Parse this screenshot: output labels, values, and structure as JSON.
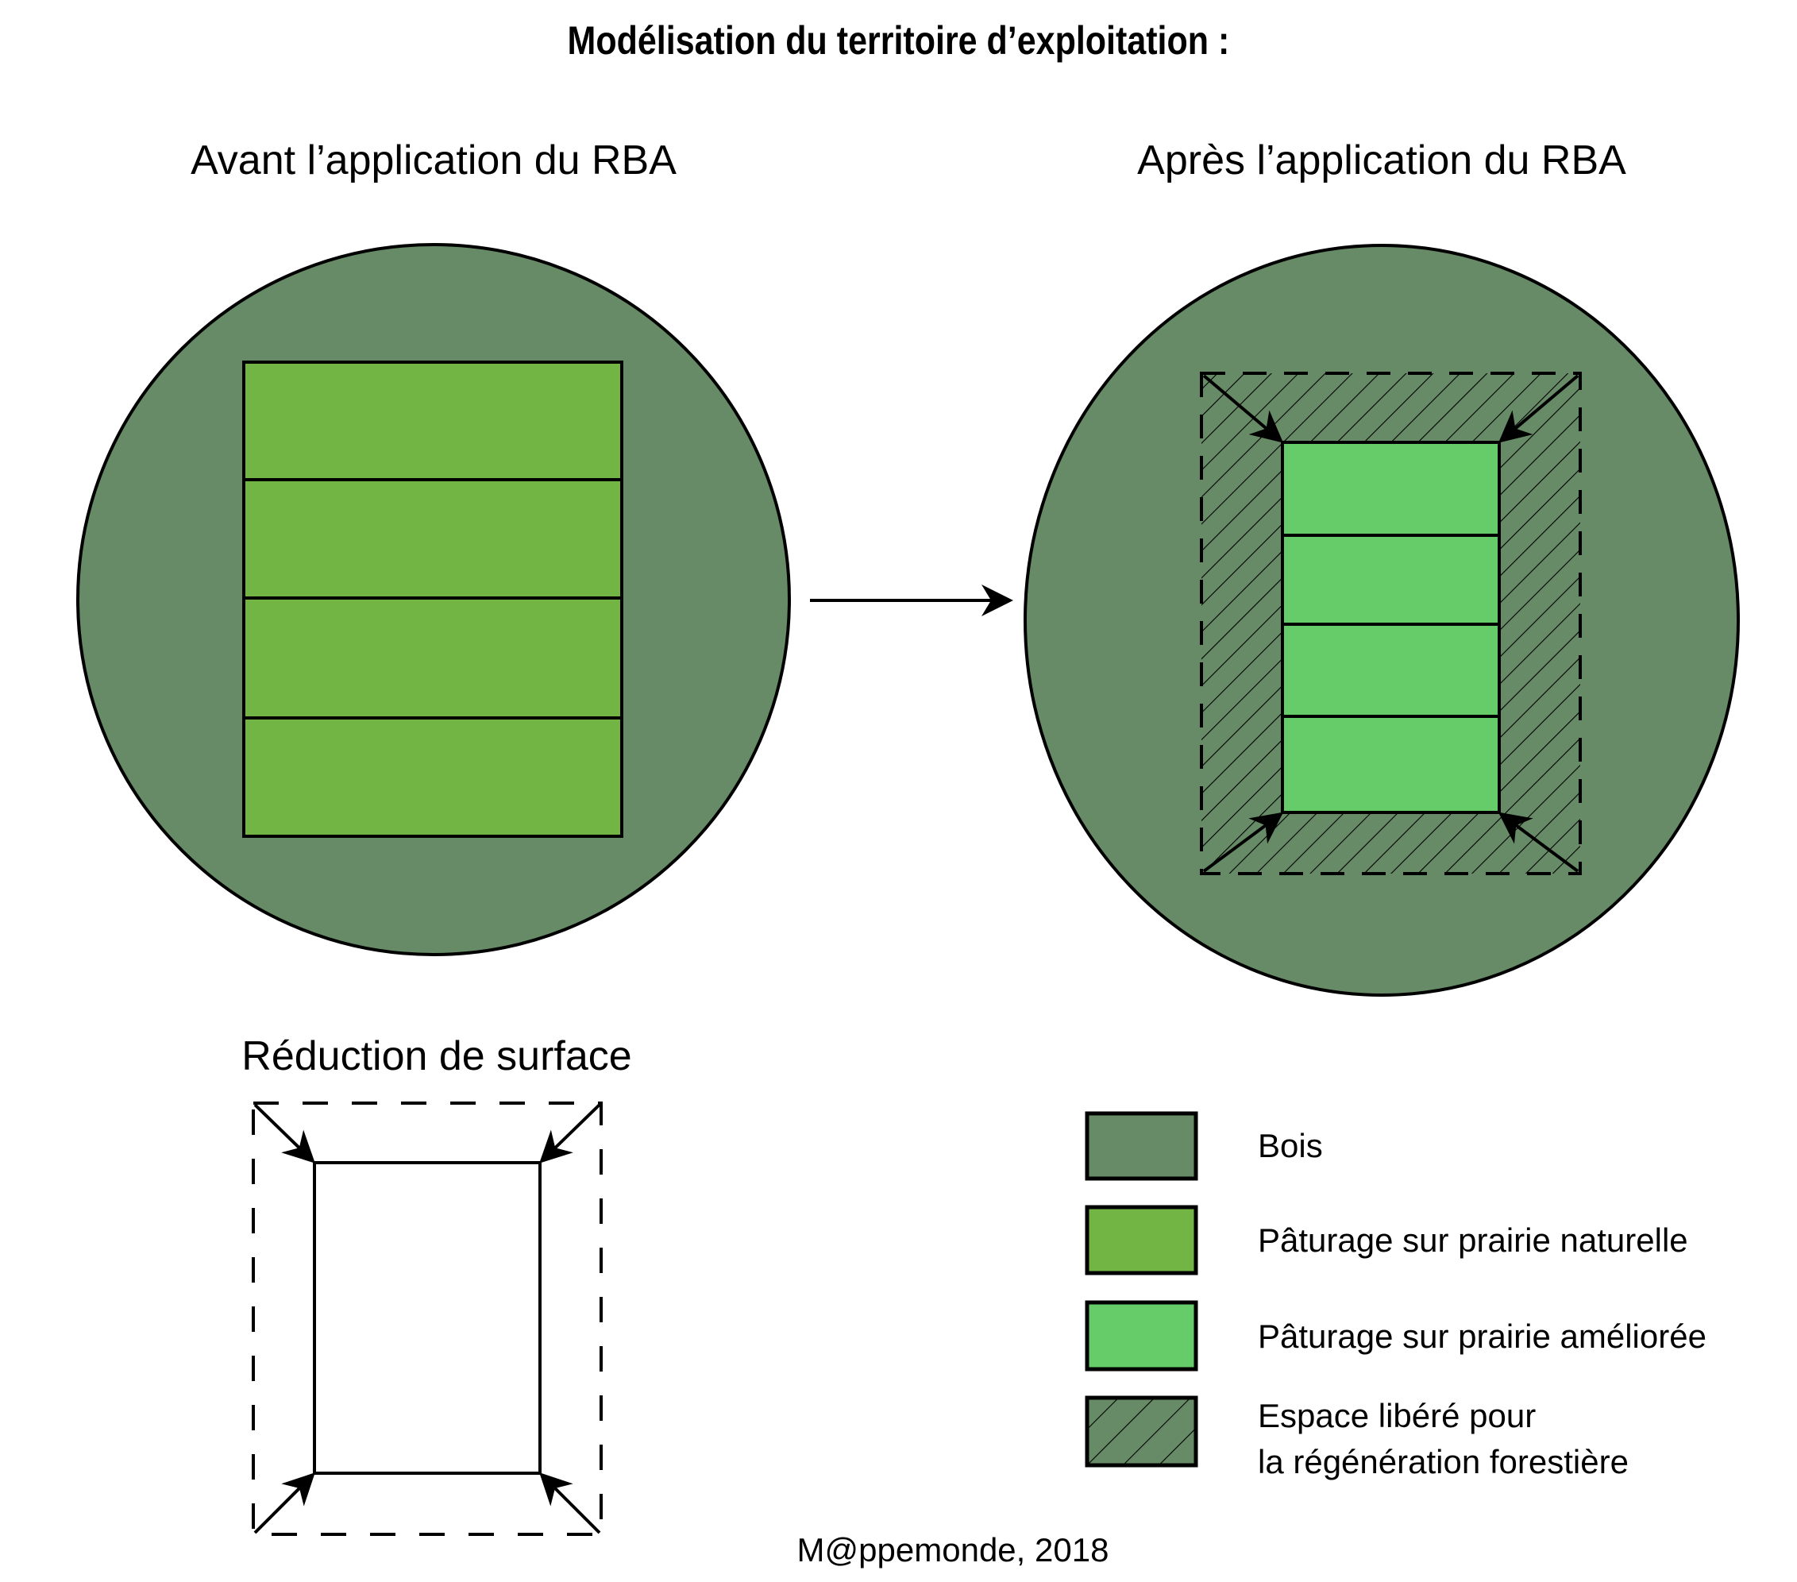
{
  "title": "Modélisation du territoire d’exploitation :",
  "panels": {
    "before": {
      "label": "Avant l’application du RBA",
      "parcel_count": 4,
      "parcel_type": "Pâturage sur prairie naturelle"
    },
    "after": {
      "label": "Après l’application du RBA",
      "parcel_count": 4,
      "parcel_type": "Pâturage sur prairie améliorée",
      "freed_zone": "Espace libéré pour la régénération forestière"
    },
    "transition_arrow": "arrow-right-icon"
  },
  "reduction": {
    "label": "Réduction de surface"
  },
  "legend": {
    "items": [
      {
        "label": "Bois",
        "color": "#678a67",
        "pattern": "solid"
      },
      {
        "label": "Pâturage sur prairie naturelle",
        "color": "#72b545",
        "pattern": "solid"
      },
      {
        "label": "Pâturage sur prairie améliorée",
        "color": "#66cc6a",
        "pattern": "solid"
      },
      {
        "label_line1": "Espace libéré pour",
        "label_line2": "la régénération forestière",
        "color": "#678a67",
        "pattern": "hatched"
      }
    ]
  },
  "colors": {
    "bois": "#678a67",
    "prairie_naturelle": "#72b545",
    "prairie_amelioree": "#66cc6a",
    "stroke": "#000000"
  },
  "credit": "M@ppemonde, 2018"
}
